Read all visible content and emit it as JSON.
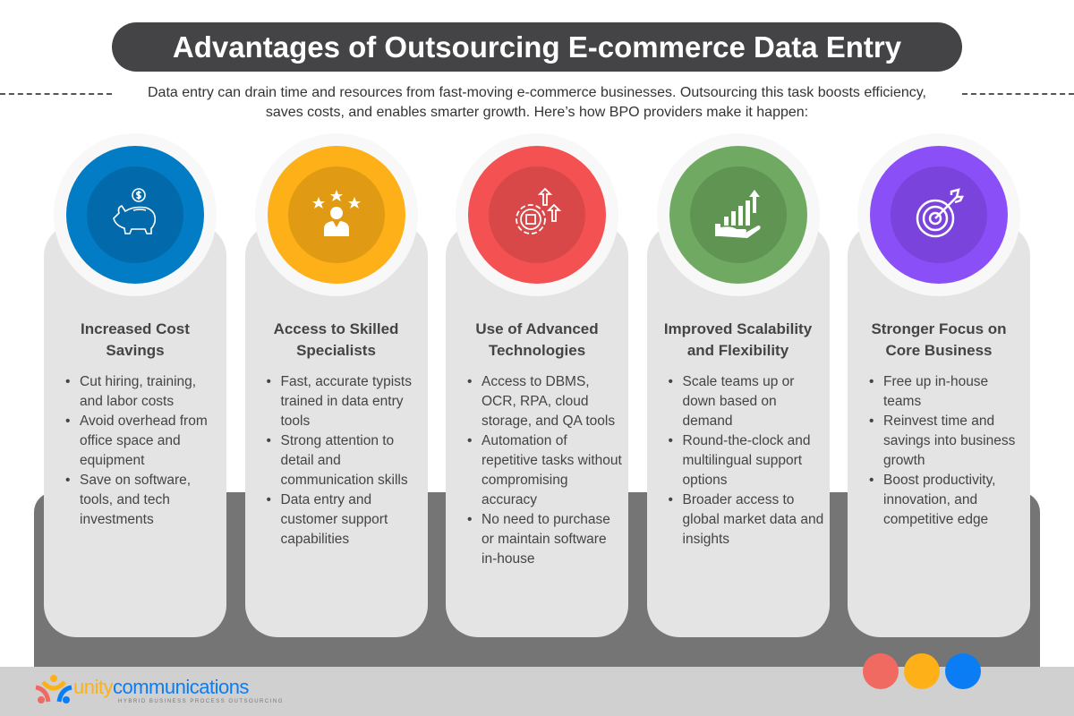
{
  "title": "Advantages of Outsourcing E-commerce Data Entry",
  "intro": "Data entry can drain time and resources from fast-moving e-commerce businesses. Outsourcing this task boosts efficiency, saves costs, and enables smarter growth. Here’s how BPO providers make it happen:",
  "cards": [
    {
      "title": "Increased Cost Savings",
      "icon": "piggy-bank-icon",
      "color": "#027cc4",
      "inner": "#026aaa",
      "bullets": [
        "Cut hiring, training, and labor costs",
        "Avoid overhead from office space and equipment",
        "Save on software, tools, and tech investments"
      ]
    },
    {
      "title": "Access to Skilled Specialists",
      "icon": "specialist-stars-icon",
      "color": "#fdb017",
      "inner": "#e09a14",
      "bullets": [
        "Fast, accurate typists trained in data entry tools",
        "Strong attention to detail and communication skills",
        "Data entry and customer support capabilities"
      ]
    },
    {
      "title": "Use of Advanced Technologies",
      "icon": "gear-chip-icon",
      "color": "#f45252",
      "inner": "#d94848",
      "bullets": [
        "Access to DBMS, OCR, RPA, cloud storage, and QA tools",
        "Automation of repetitive tasks without compromising accuracy",
        "No need to purchase or maintain software in-house"
      ]
    },
    {
      "title": "Improved Scalability and Flexibility",
      "icon": "growth-chart-icon",
      "color": "#70aa62",
      "inner": "#5f9453",
      "bullets": [
        "Scale teams up or down based on demand",
        "Round-the-clock and multilingual support options",
        "Broader access to global market data and insights"
      ]
    },
    {
      "title": "Stronger Focus on Core Business",
      "icon": "target-icon",
      "color": "#8b4ff8",
      "inner": "#7a44dc",
      "bullets": [
        "Free up in-house teams",
        "Reinvest time and savings into business growth",
        "Boost productivity, innovation, and competitive edge"
      ]
    }
  ],
  "dots": [
    "#f06a62",
    "#fdb017",
    "#0a7df5"
  ],
  "logo": {
    "part1": "unity",
    "part2": "communications",
    "tagline": "HYBRID BUSINESS PROCESS OUTSOURCING"
  }
}
